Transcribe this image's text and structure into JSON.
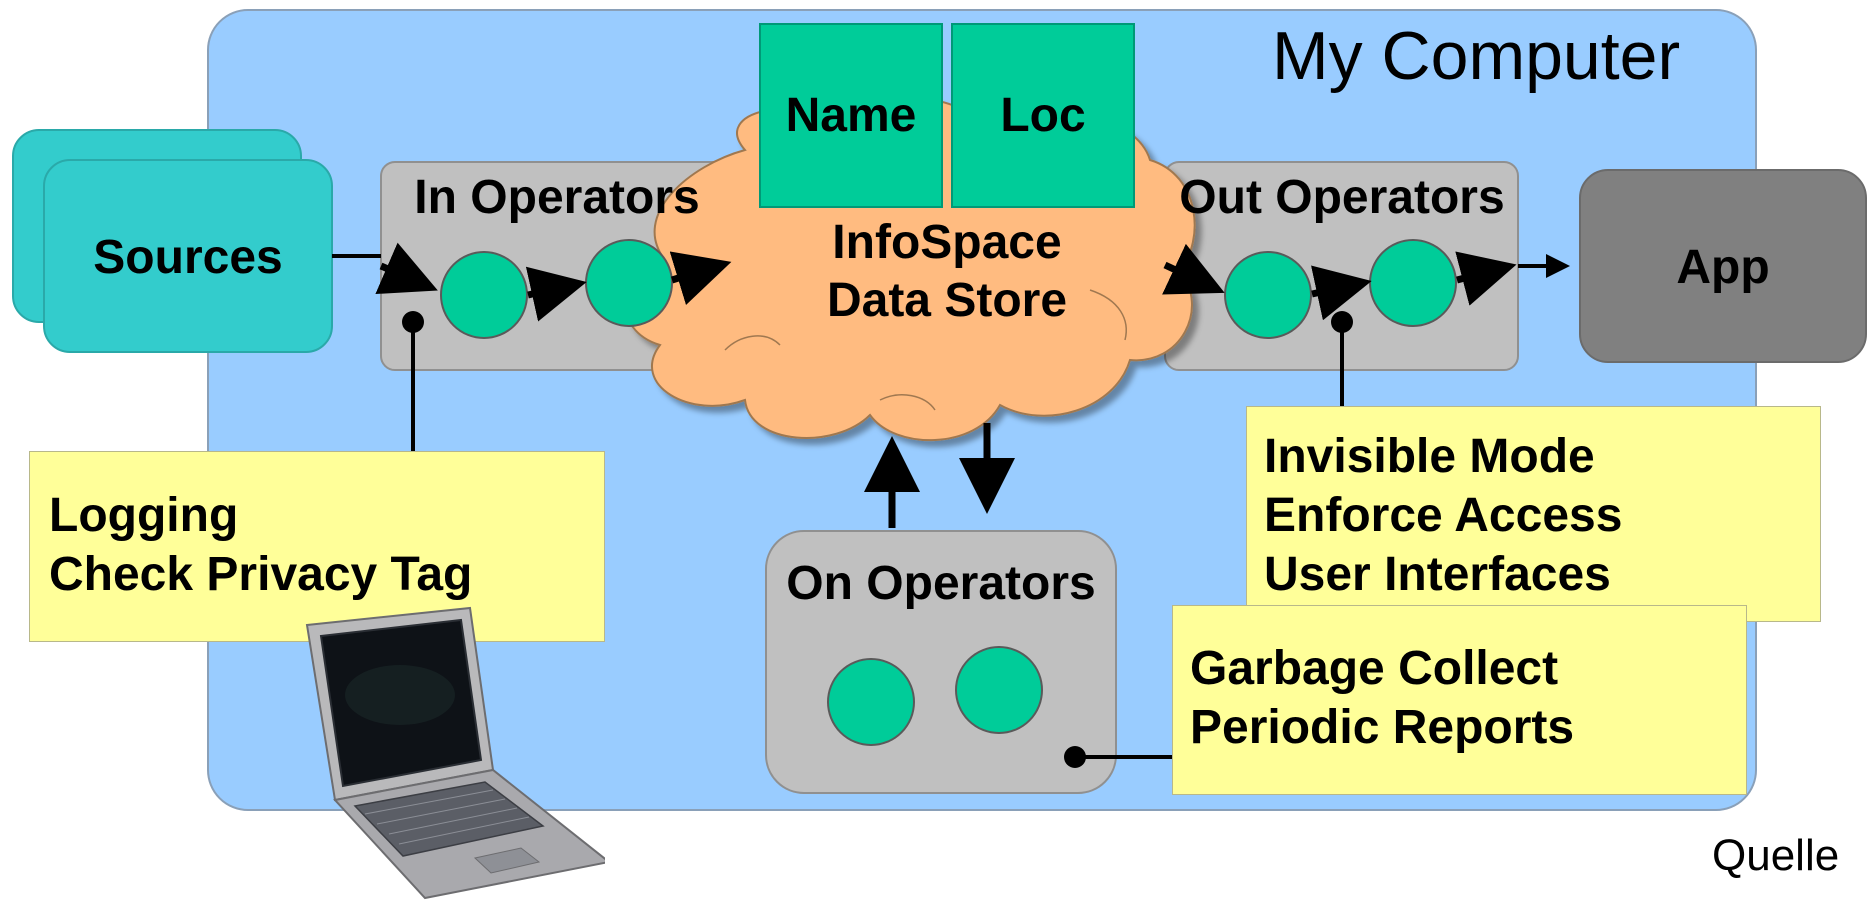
{
  "diagram": {
    "container_title": "My Computer",
    "sources_label": "Sources",
    "in_operators_label": "In Operators",
    "out_operators_label": "Out Operators",
    "on_operators_label": "On Operators",
    "app_label": "App",
    "store": {
      "line1": "InfoSpace",
      "line2": "Data Store",
      "tab_name": "Name",
      "tab_loc": "Loc"
    },
    "notes": {
      "logging": [
        "Logging",
        "Check Privacy Tag"
      ],
      "invisible": [
        "Invisible Mode",
        "Enforce Access",
        "User Interfaces"
      ],
      "garbage": [
        "Garbage Collect",
        "Periodic Reports"
      ]
    },
    "source_label": "Quelle",
    "colors": {
      "container": "#99ccff",
      "operator_box": "#c0c0c0",
      "operator_node": "#00cc99",
      "sources": "#33cccc",
      "cloud": "#ffbb80",
      "app": "#808080",
      "note": "#ffff99"
    }
  }
}
